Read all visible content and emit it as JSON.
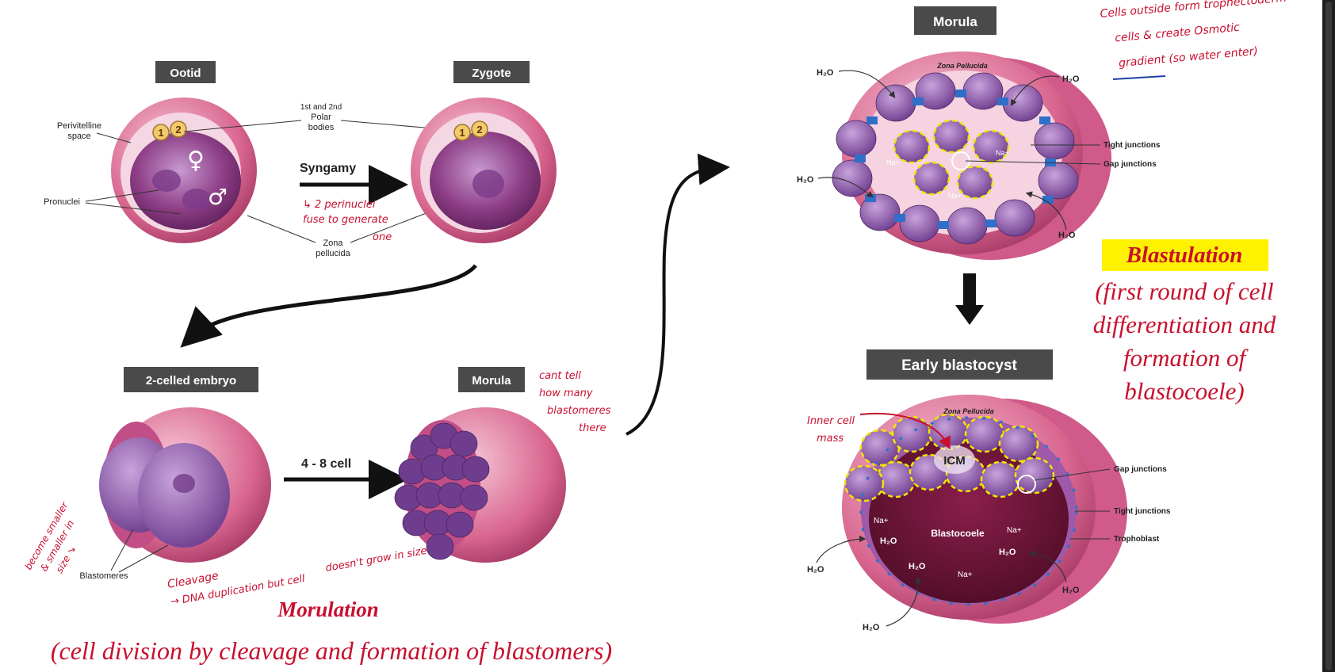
{
  "stages": {
    "ootid": "Ootid",
    "zygote": "Zygote",
    "two_cell": "2-celled embryo",
    "morula_small": "Morula",
    "morula_top": "Morula",
    "early_blastocyst": "Early blastocyst"
  },
  "left_labels": {
    "perivitelline": [
      "Perivitelline",
      "space"
    ],
    "polar_bodies": [
      "1st and 2nd",
      "Polar",
      "bodies"
    ],
    "pronuclei": "Pronuclei",
    "zona": [
      "Zona",
      "pellucida"
    ],
    "syngamy": "Syngamy",
    "four_eight": "4 - 8 cell",
    "blastomeres": "Blastomeres",
    "polar_1": "1",
    "polar_2": "2",
    "female_sign": "♀",
    "male_sign": "♂"
  },
  "morulation": {
    "title": "Morulation",
    "subtitle": "(cell division by cleavage and formation of blastomers)"
  },
  "blastulation": {
    "title": "Blastulation",
    "lines": [
      "(first round of cell",
      "differentiation and",
      "formation of",
      "blastocoele)"
    ]
  },
  "morula_labels": {
    "zona": "Zona Pellucida",
    "tight": "Tight junctions",
    "gap": "Gap junctions",
    "water": "H₂O",
    "na": "Na+"
  },
  "blastocyst_labels": {
    "zona": "Zona Pellucida",
    "icm": "ICM",
    "gap": "Gap junctions",
    "tight": "Tight junctions",
    "trophoblast": "Trophoblast",
    "blastocoele": "Blastocoele",
    "water": "H₂O",
    "na": "Na+"
  },
  "annotations": {
    "syngamy_note": [
      "↳ 2 perinuclei",
      "fuse to generate",
      "one"
    ],
    "morula_note": [
      "cant tell",
      "how many",
      "blastomeres",
      "there"
    ],
    "smaller_note": [
      "become smaller",
      "& smaller in",
      "size ↘"
    ],
    "cleavage_note": [
      "Cleavage",
      "→ DNA duplication  but cell",
      "doesn't grow in size"
    ],
    "osmotic_note": [
      "Cells outside form trophectoderm",
      "cells & create Osmotic",
      "gradient (so water enter)"
    ],
    "icm_note": [
      "Inner cell",
      "mass"
    ]
  },
  "colors": {
    "zona_outer": "#d9668f",
    "zona_inner": "#f3c6d6",
    "cytoplasm": "#8e3f86",
    "blastomere": "#8a5aa8",
    "tight_junction": "#2f6fc9",
    "gap_junction": "#f2e600",
    "label_bg": "#4a4a4a",
    "annotation_red": "#c8102e",
    "highlight": "#fff200"
  }
}
